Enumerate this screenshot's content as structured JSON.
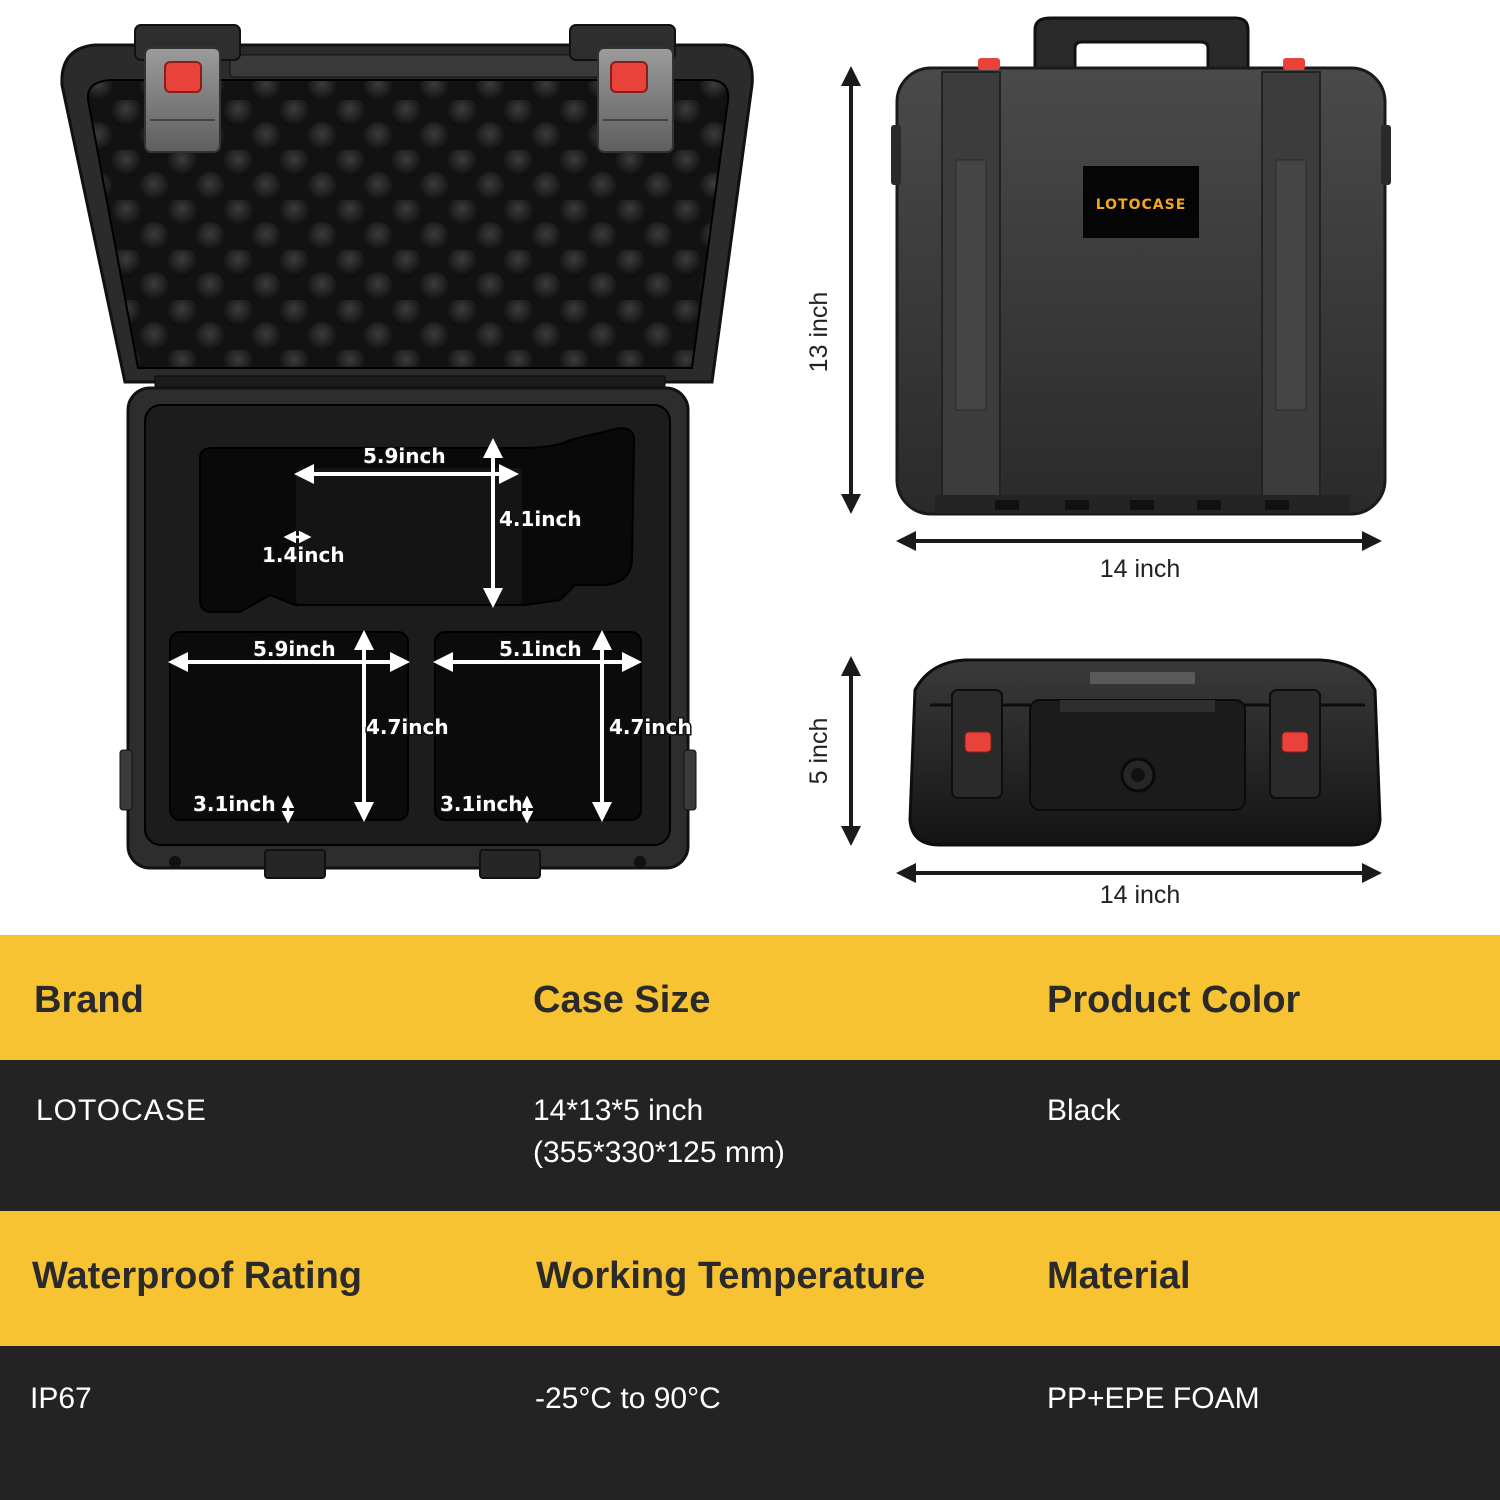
{
  "brand_logo_text": "LOTOCASE",
  "interior_dimensions": {
    "top_width": "5.9inch",
    "top_height": "4.1inch",
    "top_gap": "1.4inch",
    "bottom_left_width": "5.9inch",
    "bottom_left_height": "4.7inch",
    "bottom_left_depth": "3.1inch",
    "bottom_right_width": "5.1inch",
    "bottom_right_height": "4.7inch",
    "bottom_right_depth": "3.1inch"
  },
  "exterior_dimensions": {
    "front_height": "13 inch",
    "front_width": "14 inch",
    "side_height": "5 inch",
    "side_width": "14 inch"
  },
  "specs": {
    "headers_row1": [
      "Brand",
      "Case Size",
      "Product Color"
    ],
    "values_row1": {
      "brand": "LOTOCASE",
      "size_imperial": "14*13*5 inch",
      "size_metric": "(355*330*125 mm)",
      "color": "Black"
    },
    "headers_row2": [
      "Waterproof Rating",
      "Working Temperature",
      "Material"
    ],
    "values_row2": [
      "IP67",
      "-25°C to 90°C",
      "PP+EPE FOAM"
    ]
  },
  "colors": {
    "header_yellow": "#f7c332",
    "value_dark": "#232323",
    "latch_red": "#e8423b",
    "logo_orange": "#f5a623"
  }
}
